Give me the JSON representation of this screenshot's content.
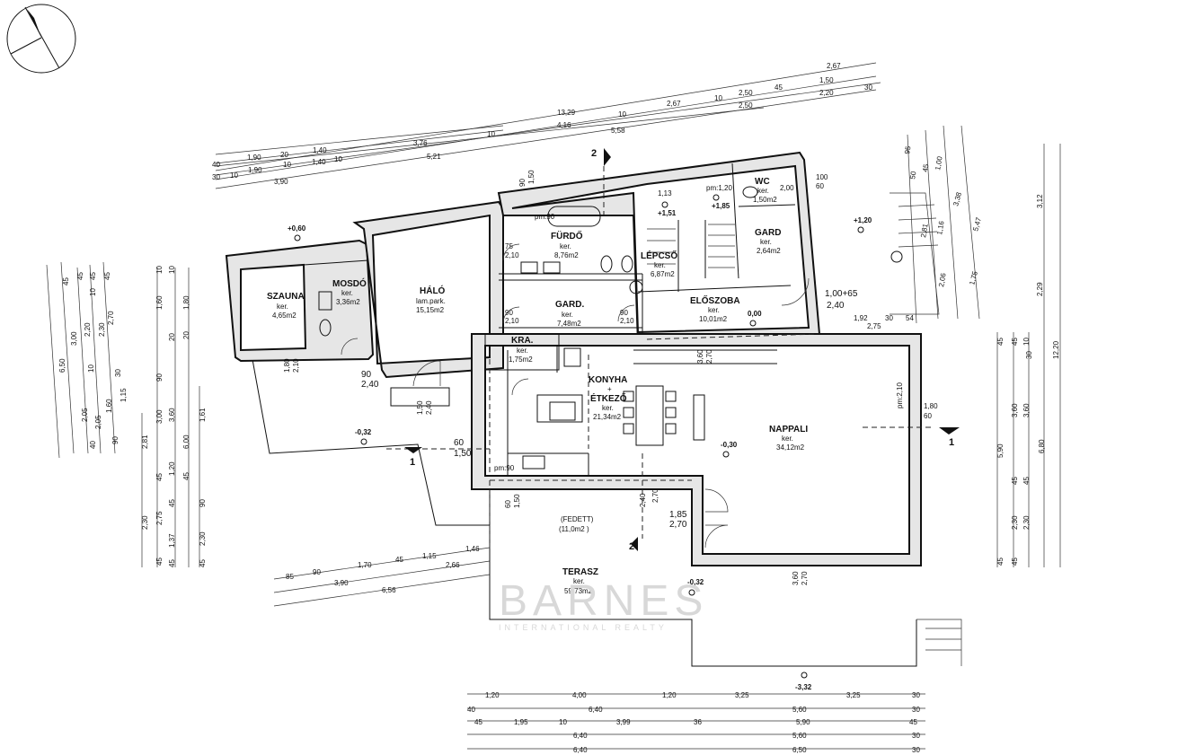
{
  "rooms": [
    {
      "id": "szauna",
      "name": "SZAUNA",
      "floor": "ker.",
      "area": "4,65m2"
    },
    {
      "id": "mosdo",
      "name": "MOSDÓ",
      "floor": "ker.",
      "area": "3,36m2"
    },
    {
      "id": "halo",
      "name": "HÁLÓ",
      "floor": "lam.park.",
      "area": "15,15m2"
    },
    {
      "id": "furdo",
      "name": "FÜRDŐ",
      "floor": "ker.",
      "area": "8,76m2"
    },
    {
      "id": "gard1",
      "name": "GARD.",
      "floor": "ker.",
      "area": "7,48m2"
    },
    {
      "id": "lepcso",
      "name": "LÉPCSŐ",
      "floor": "ker.",
      "area": "6,87m2"
    },
    {
      "id": "wc",
      "name": "WC",
      "floor": "ker.",
      "area": "1,50m2"
    },
    {
      "id": "gard2",
      "name": "GARD",
      "floor": "ker.",
      "area": "2,64m2"
    },
    {
      "id": "eloszoba",
      "name": "ELŐSZOBA",
      "floor": "ker.",
      "area": "10,01m2"
    },
    {
      "id": "kamra",
      "name": "KRA.",
      "floor": "ker.",
      "area": "1,75m2"
    },
    {
      "id": "konyha",
      "name": "KONYHA",
      "plus": "+",
      "name2": "ÉTKEZŐ",
      "floor": "ker.",
      "area": "21,34m2"
    },
    {
      "id": "nappali",
      "name": "NAPPALI",
      "floor": "ker.",
      "area": "34,12m2"
    },
    {
      "id": "fedett",
      "name": "(FEDETT)",
      "area": "(11,0m2 )"
    },
    {
      "id": "terasz",
      "name": "TERASZ",
      "floor": "ker.",
      "area": "59,73m2"
    }
  ],
  "levels": [
    "+0,60",
    "-0,32",
    "+1,51",
    "+1,85",
    "+1,20",
    "0,00",
    "-0,30",
    "-0,32",
    "-3,32"
  ],
  "section_marks": {
    "one": "1",
    "two": "2"
  },
  "openings": {
    "o1": "1,00+65",
    "o2": "2,40",
    "o3": "1,80",
    "o4": "60",
    "o5": "90",
    "o6": "2,40",
    "o7": "60",
    "o8": "1,50",
    "o9": "1,85",
    "o10": "2,70",
    "o11": "2,40",
    "o12": "2,70",
    "o13": "3,60",
    "o14": "2,70",
    "o15": "3,60",
    "o16": "2,70",
    "o17": "1,50",
    "o18": "2,40",
    "o19": "60",
    "o20": "1,50",
    "o21": "75",
    "o22": "2,10",
    "o23": "90",
    "o24": "2,10",
    "o25": "90",
    "o26": "2,10",
    "o27": "pm:90",
    "o28": "pm:90",
    "o29": "pm:2,10",
    "o30": "1,80",
    "o31": "2,10",
    "o32": "90",
    "o33": "1,50",
    "o34": "100",
    "o35": "60",
    "o36": "1,92",
    "o37": "2,75",
    "o38": "54",
    "o39": "30",
    "o40": "1,13",
    "o41": "pm:1,20",
    "o42": "2,00"
  },
  "dims_top": {
    "r1": [
      "2,67"
    ],
    "r2": [
      "2,50",
      "1,50",
      "45"
    ],
    "r3": [
      "13,29",
      "2,67",
      "10",
      "2,50",
      "2,20",
      "30"
    ],
    "r4": [
      "4,16",
      "10",
      "5,58"
    ],
    "r5": [
      "1,90",
      "20",
      "1,40",
      "3,76",
      "10"
    ],
    "r6": [
      "40",
      "1,90",
      "10",
      "1,40",
      "10",
      "5,21"
    ],
    "r7": [
      "30",
      "10",
      "3,90"
    ]
  },
  "dims_bottom": {
    "r1": [
      "1,20",
      "4,00",
      "1,20",
      "3,25",
      "3,25",
      "30"
    ],
    "r2": [
      "40",
      "6,40",
      "5,60",
      "30"
    ],
    "r3": [
      "45",
      "1,95",
      "10",
      "3,99",
      "36",
      "5,90",
      "45"
    ],
    "r4": [
      "6,40",
      "5,60",
      "30"
    ],
    "r5": [
      "6,40",
      "6,50",
      "30"
    ]
  },
  "dims_terrace": {
    "r1": [
      "85",
      "90",
      "1,70",
      "45",
      "1,15",
      "1,46"
    ],
    "r2": [
      "3,90",
      "2,66"
    ],
    "r3": [
      "6,56"
    ]
  },
  "dims_left": {
    "c1": [
      "6,50"
    ],
    "c2": [
      "45",
      "45",
      "3,00",
      "2,05"
    ],
    "c3": [
      "10",
      "2,20",
      "2,05",
      "40"
    ],
    "c4": [
      "45",
      "10",
      "2,30",
      "1,60",
      "90"
    ],
    "c5": [
      "45",
      "2,70",
      "1,15",
      "30"
    ],
    "c6": [
      "2,81",
      "2,30"
    ],
    "c7": [
      "10",
      "1,60",
      "90",
      "3,00",
      "45",
      "2,75",
      "45"
    ],
    "c8": [
      "10",
      "20",
      "3,60",
      "1,20",
      "45",
      "1,37",
      "45"
    ],
    "c9": [
      "1,80",
      "20",
      "1,61",
      "6,00",
      "45",
      "90",
      "2,30",
      "45"
    ]
  },
  "dims_right": {
    "c1": [
      "5,90",
      "45",
      "45"
    ],
    "c2": [
      "45",
      "30",
      "3,60",
      "45",
      "2,30",
      "45"
    ],
    "c3": [
      "10",
      "3,60",
      "45",
      "2,30"
    ],
    "c4": [
      "6,80",
      "3,12",
      "2,29",
      "12,20"
    ],
    "c5": [
      "3,38",
      "5,47",
      "1,75"
    ],
    "c6": [
      "95",
      "1,00",
      "2,06"
    ],
    "c7": [
      "50",
      "45",
      "2,81",
      "1,16"
    ]
  },
  "watermark": {
    "big": "BARNES",
    "small": "INTERNATIONAL REALTY"
  },
  "colors": {
    "wall": "#e6e6e6",
    "line": "#111111",
    "watermark": "#d8d8d8"
  }
}
